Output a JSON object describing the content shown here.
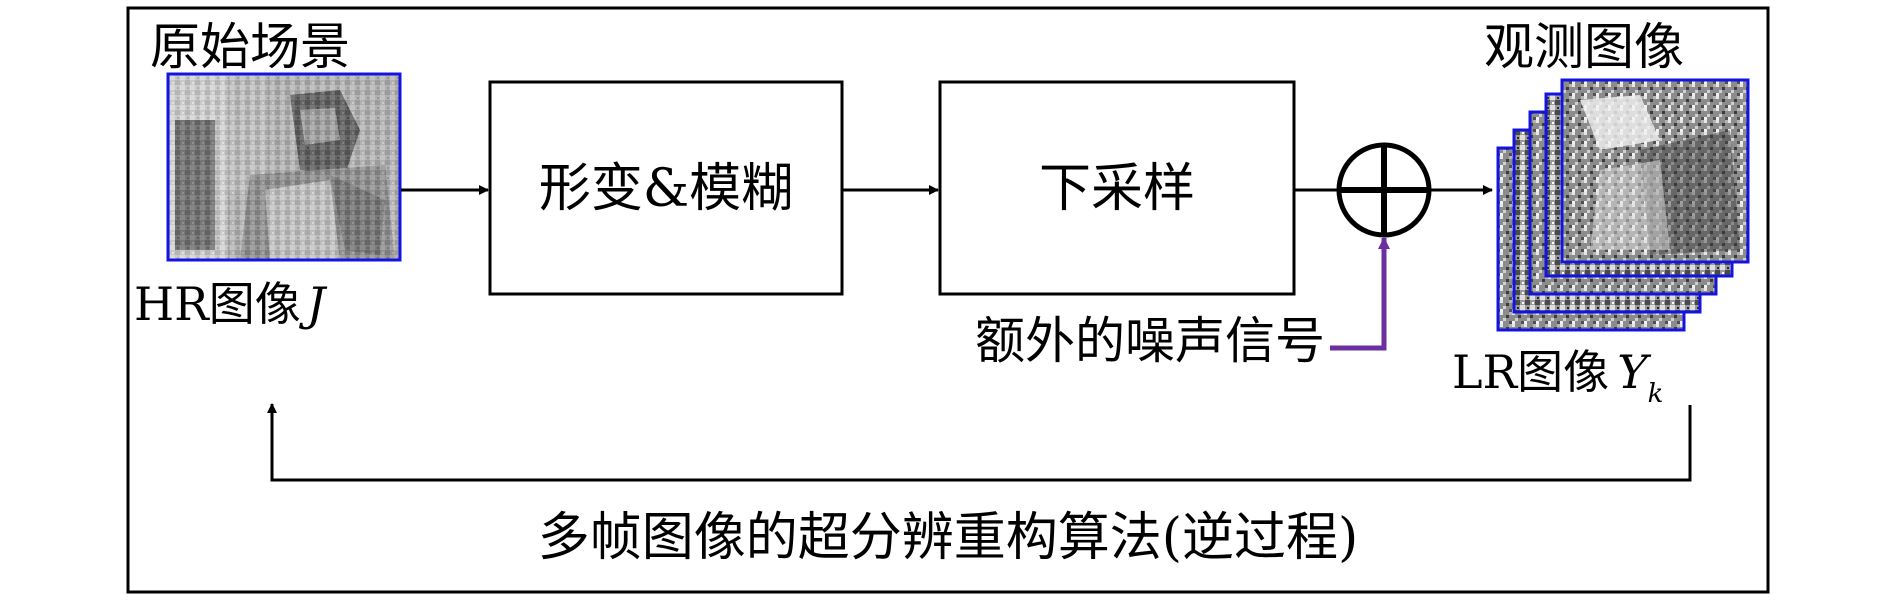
{
  "labels": {
    "original_scene": "原始场景",
    "observed_images": "观测图像",
    "hr_image_prefix": "HR图像",
    "hr_image_symbol": "J",
    "lr_image_prefix": "LR图像",
    "lr_image_symbol": "Y",
    "lr_image_subscript": "k",
    "extra_noise": "额外的噪声信号",
    "inverse_process": "多帧图像的超分辨重构算法(逆过程)"
  },
  "blocks": {
    "deform_blur": "形变&模糊",
    "downsample": "下采样"
  },
  "colors": {
    "frame_border": "#1414e0",
    "noise_arrow": "#6b2fa0",
    "line": "#000000"
  },
  "icons": {
    "sum_node": "circled-plus-icon"
  }
}
